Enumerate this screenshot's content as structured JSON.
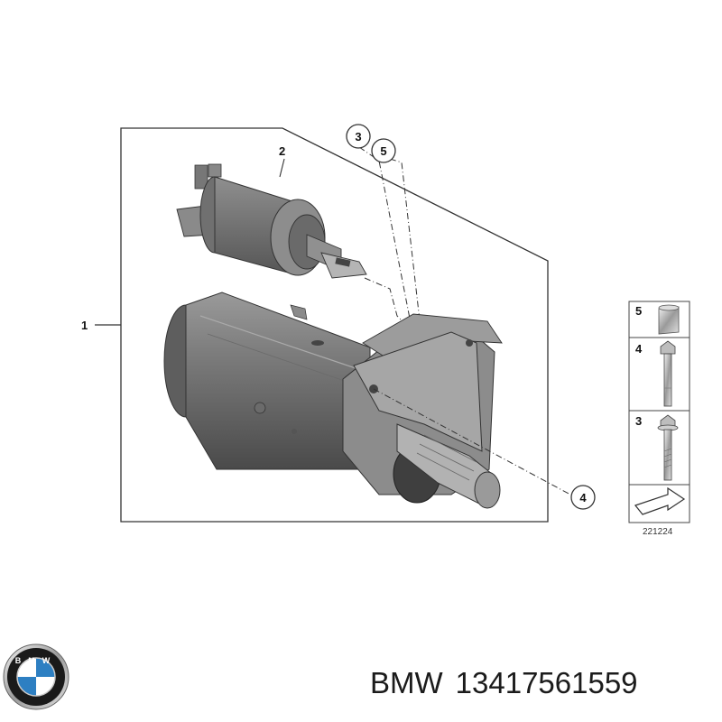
{
  "callouts": {
    "main_assembly": "1",
    "solenoid": "2",
    "bolt_a": "3",
    "sleeve": "5",
    "bolt_b": "4"
  },
  "legend": {
    "rows": [
      {
        "number": "5",
        "part": "sleeve"
      },
      {
        "number": "4",
        "part": "bolt"
      },
      {
        "number": "3",
        "part": "bolt"
      }
    ],
    "reference": "221224"
  },
  "caption": {
    "brand": "BMW",
    "part_number": "13417561559"
  },
  "logo": {
    "text": "BMW",
    "colors": {
      "blue": "#2d7fc2",
      "white": "#ffffff",
      "ring": "#1a1a1a",
      "chrome": "#c9c9c9"
    }
  }
}
